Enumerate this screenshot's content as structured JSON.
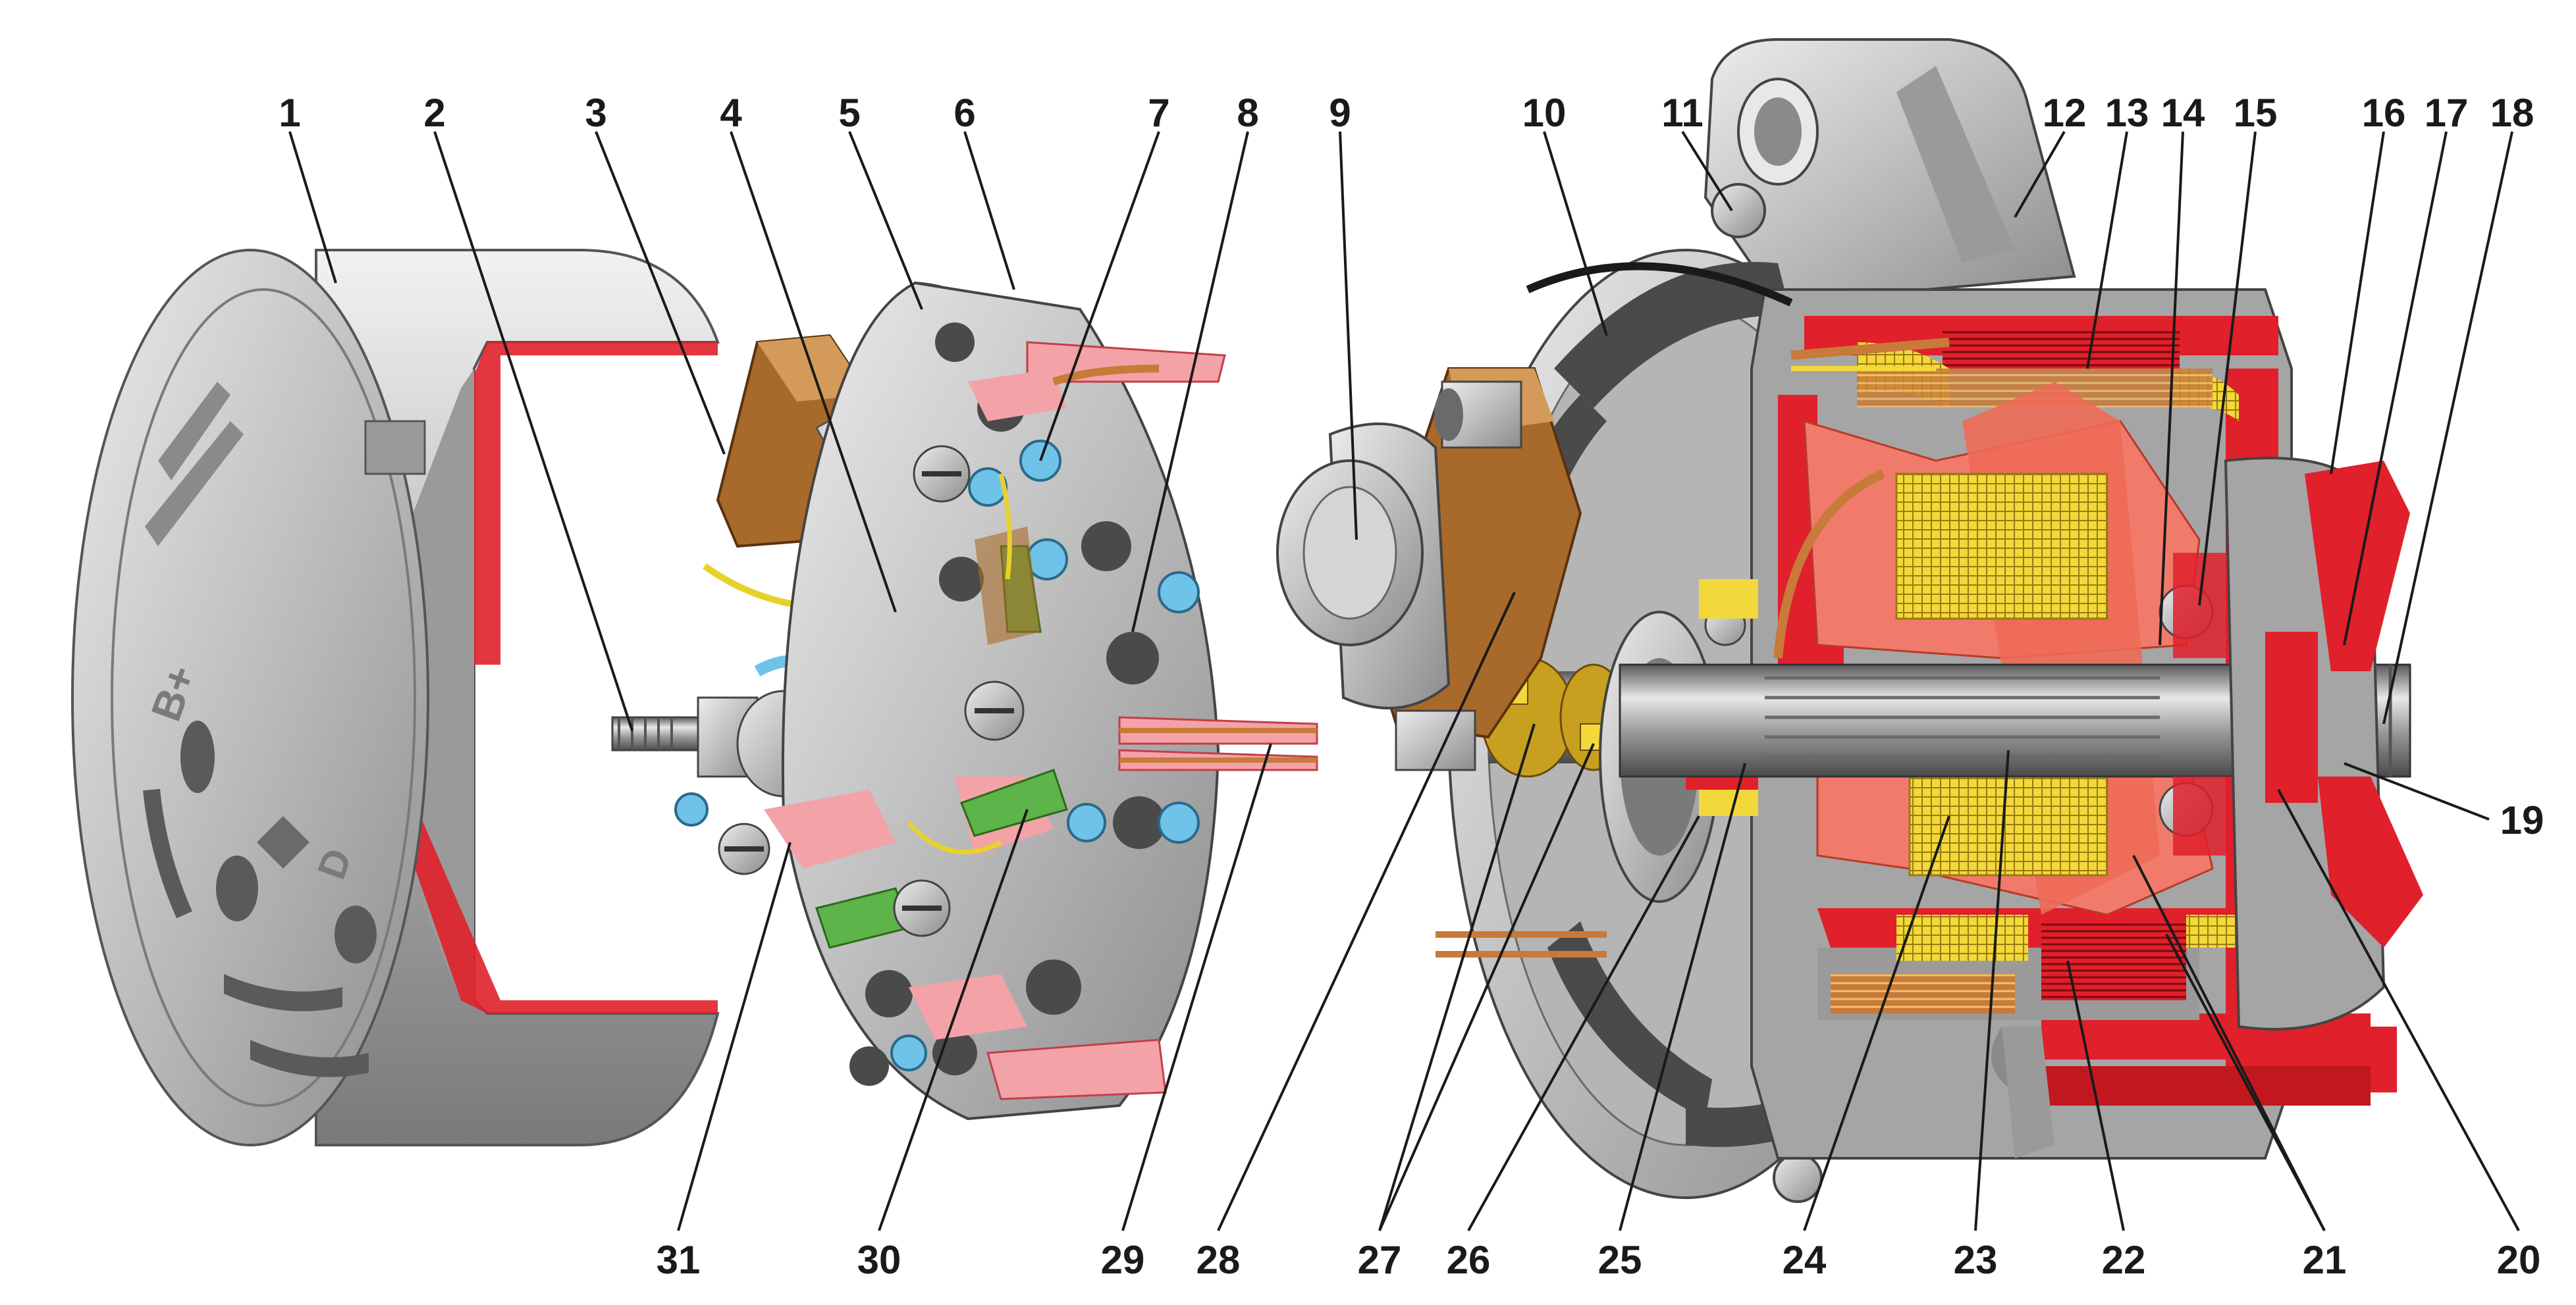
{
  "callouts": [
    {
      "id": "1",
      "label": "1"
    },
    {
      "id": "2",
      "label": "2"
    },
    {
      "id": "3",
      "label": "3"
    },
    {
      "id": "4",
      "label": "4"
    },
    {
      "id": "5",
      "label": "5"
    },
    {
      "id": "6",
      "label": "6"
    },
    {
      "id": "7",
      "label": "7"
    },
    {
      "id": "8",
      "label": "8"
    },
    {
      "id": "9",
      "label": "9"
    },
    {
      "id": "10",
      "label": "10"
    },
    {
      "id": "11",
      "label": "11"
    },
    {
      "id": "12",
      "label": "12"
    },
    {
      "id": "13",
      "label": "13"
    },
    {
      "id": "14",
      "label": "14"
    },
    {
      "id": "15",
      "label": "15"
    },
    {
      "id": "16",
      "label": "16"
    },
    {
      "id": "17",
      "label": "17"
    },
    {
      "id": "18",
      "label": "18"
    },
    {
      "id": "19",
      "label": "19"
    },
    {
      "id": "20",
      "label": "20"
    },
    {
      "id": "21",
      "label": "21"
    },
    {
      "id": "22",
      "label": "22"
    },
    {
      "id": "23",
      "label": "23"
    },
    {
      "id": "24",
      "label": "24"
    },
    {
      "id": "25",
      "label": "25"
    },
    {
      "id": "26",
      "label": "26"
    },
    {
      "id": "27",
      "label": "27"
    },
    {
      "id": "28",
      "label": "28"
    },
    {
      "id": "29",
      "label": "29"
    },
    {
      "id": "30",
      "label": "30"
    },
    {
      "id": "31",
      "label": "31"
    }
  ],
  "cover_markings": {
    "positive": "B+",
    "diode": "D"
  },
  "colors": {
    "metal": "#b8b8b8",
    "metal_dark": "#8a8a8a",
    "metal_light": "#e2e2e2",
    "cut_red": "#e0202a",
    "salmon": "#f07b6a",
    "pink": "#f3a2a8",
    "copper": "#c87a3a",
    "winding_yellow": "#f2d83a",
    "wire_yellow": "#e8d22a",
    "blue": "#6fc3e8",
    "orange": "#f39a3a",
    "green": "#5db44a",
    "leader": "#1a1a1a"
  }
}
